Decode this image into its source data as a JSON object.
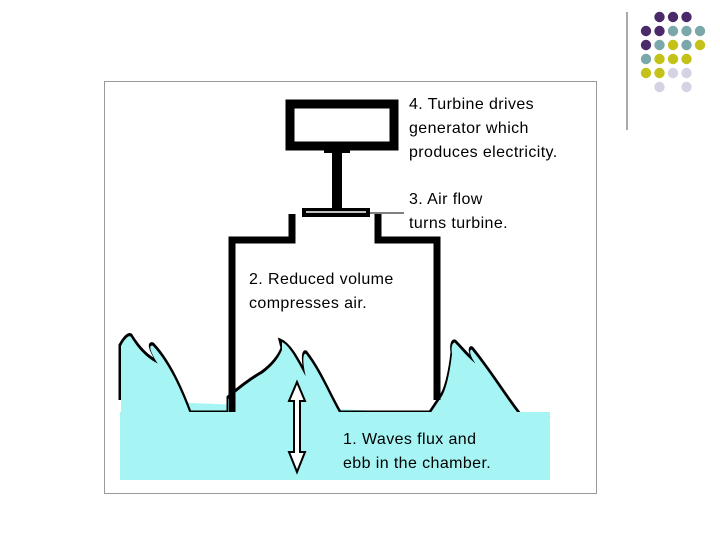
{
  "labels": {
    "step4": {
      "line1": "4. Turbine drives",
      "line2": "generator which",
      "line3": "produces electricity."
    },
    "step3": {
      "line1": "3. Air flow",
      "line2": "turns turbine."
    },
    "step2": {
      "line1": "2. Reduced volume",
      "line2": "compresses air."
    },
    "step1": {
      "line1": "1. Waves flux and",
      "line2": "ebb in the chamber."
    }
  },
  "colors": {
    "water": "#a6f4f4",
    "dot_purple": "#4b2a6b",
    "dot_teal": "#7aa8aa",
    "dot_olive": "#c4c219",
    "dot_light": "#d3d3e3",
    "ink": "#000000"
  }
}
